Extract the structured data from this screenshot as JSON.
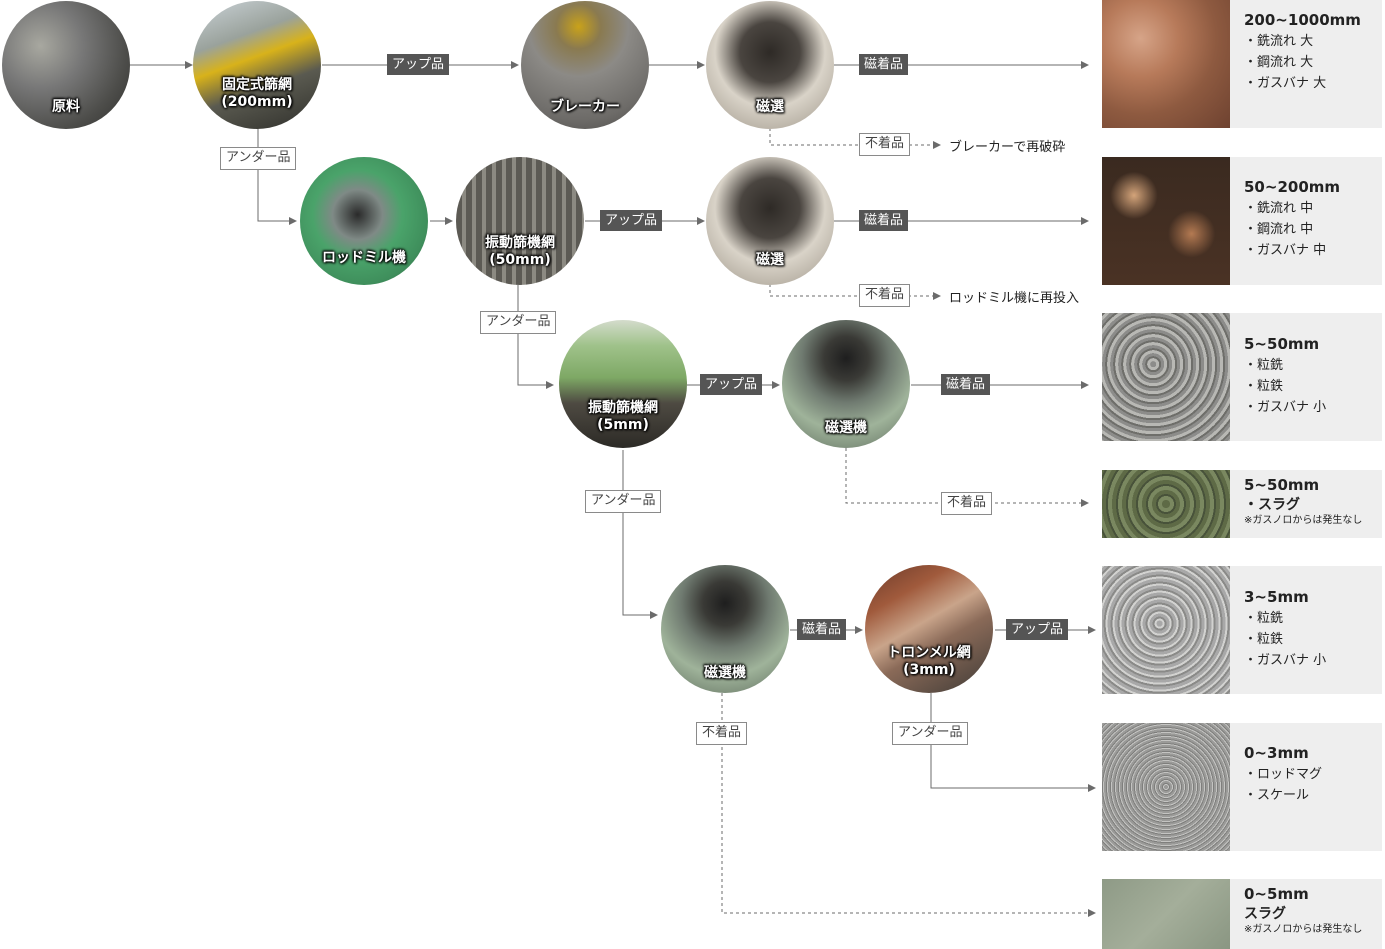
{
  "nodes": {
    "raw": "原料",
    "fixed_screen": [
      "固定式篩網",
      "(200mm)"
    ],
    "breaker": "ブレーカー",
    "magsep1": "磁選",
    "rodmill": "ロッドミル機",
    "vib50": [
      "振動篩機網",
      "(50mm)"
    ],
    "magsep2": "磁選",
    "vib5": [
      "振動篩機網",
      "(5mm)"
    ],
    "magsep_machine1": "磁選機",
    "magsep_machine2": "磁選機",
    "trommel": [
      "トロンメル網",
      "(3mm)"
    ]
  },
  "tags": {
    "up": "アップ品",
    "under": "アンダー品",
    "magnetic": "磁着品",
    "nonmagnetic": "不着品"
  },
  "notes": {
    "rebreak": "ブレーカーで再破砕",
    "reload_rodmill": "ロッドミル機に再投入"
  },
  "products": [
    {
      "size": "200~1000mm",
      "items": [
        {
          "t": "・銑流れ 大"
        },
        {
          "t": "・鋼流れ 大"
        },
        {
          "t": "・ガスバナ 大"
        }
      ]
    },
    {
      "size": "50~200mm",
      "items": [
        {
          "t": "・銑流れ 中"
        },
        {
          "t": "・鋼流れ 中"
        },
        {
          "t": "・ガスバナ 中"
        }
      ]
    },
    {
      "size": "5~50mm",
      "items": [
        {
          "t": "・粒銑"
        },
        {
          "t": "・粒鉄"
        },
        {
          "t": "・ガスバナ 小"
        }
      ]
    },
    {
      "size": "5~50mm",
      "items": [
        {
          "t": "・スラグ",
          "bold": true
        }
      ],
      "note": "※ガスノロからは発生なし"
    },
    {
      "size": "3~5mm",
      "items": [
        {
          "t": "・粒銑"
        },
        {
          "t": "・粒鉄"
        },
        {
          "t": "・ガスバナ 小"
        }
      ]
    },
    {
      "size": "0~3mm",
      "items": [
        {
          "t": "・ロッドマグ"
        },
        {
          "t": "・スケール"
        }
      ]
    },
    {
      "size": "0~5mm",
      "items": [
        {
          "t": "スラグ",
          "bold": true
        }
      ],
      "note": "※ガスノロからは発生なし"
    }
  ],
  "colors": {
    "arrow": "#6b6b6b",
    "dark_tag": "#555555",
    "desc_bg": "#eeeeee"
  }
}
